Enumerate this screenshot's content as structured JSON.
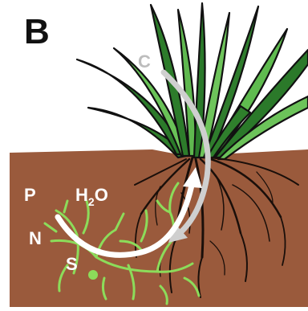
{
  "panel_label": "B",
  "labels": {
    "carbon": "C",
    "phosphorus": "P",
    "nitrogen": "N",
    "sulfur": "S",
    "water_main": "H",
    "water_sub": "2",
    "water_tail": "O"
  },
  "colors": {
    "soil": "#9a5a3c",
    "grass_dark": "#1f6b22",
    "grass_light": "#6cc35a",
    "roots": "#1a0f0a",
    "hyphae": "#8cdc5a",
    "carbon_arrow": "#cfcfcf",
    "nutrient_arrow": "#ffffff"
  },
  "icons": [
    "grass-plant",
    "root-system",
    "fungal-hyphae",
    "carbon-arrow",
    "nutrient-arrow"
  ]
}
